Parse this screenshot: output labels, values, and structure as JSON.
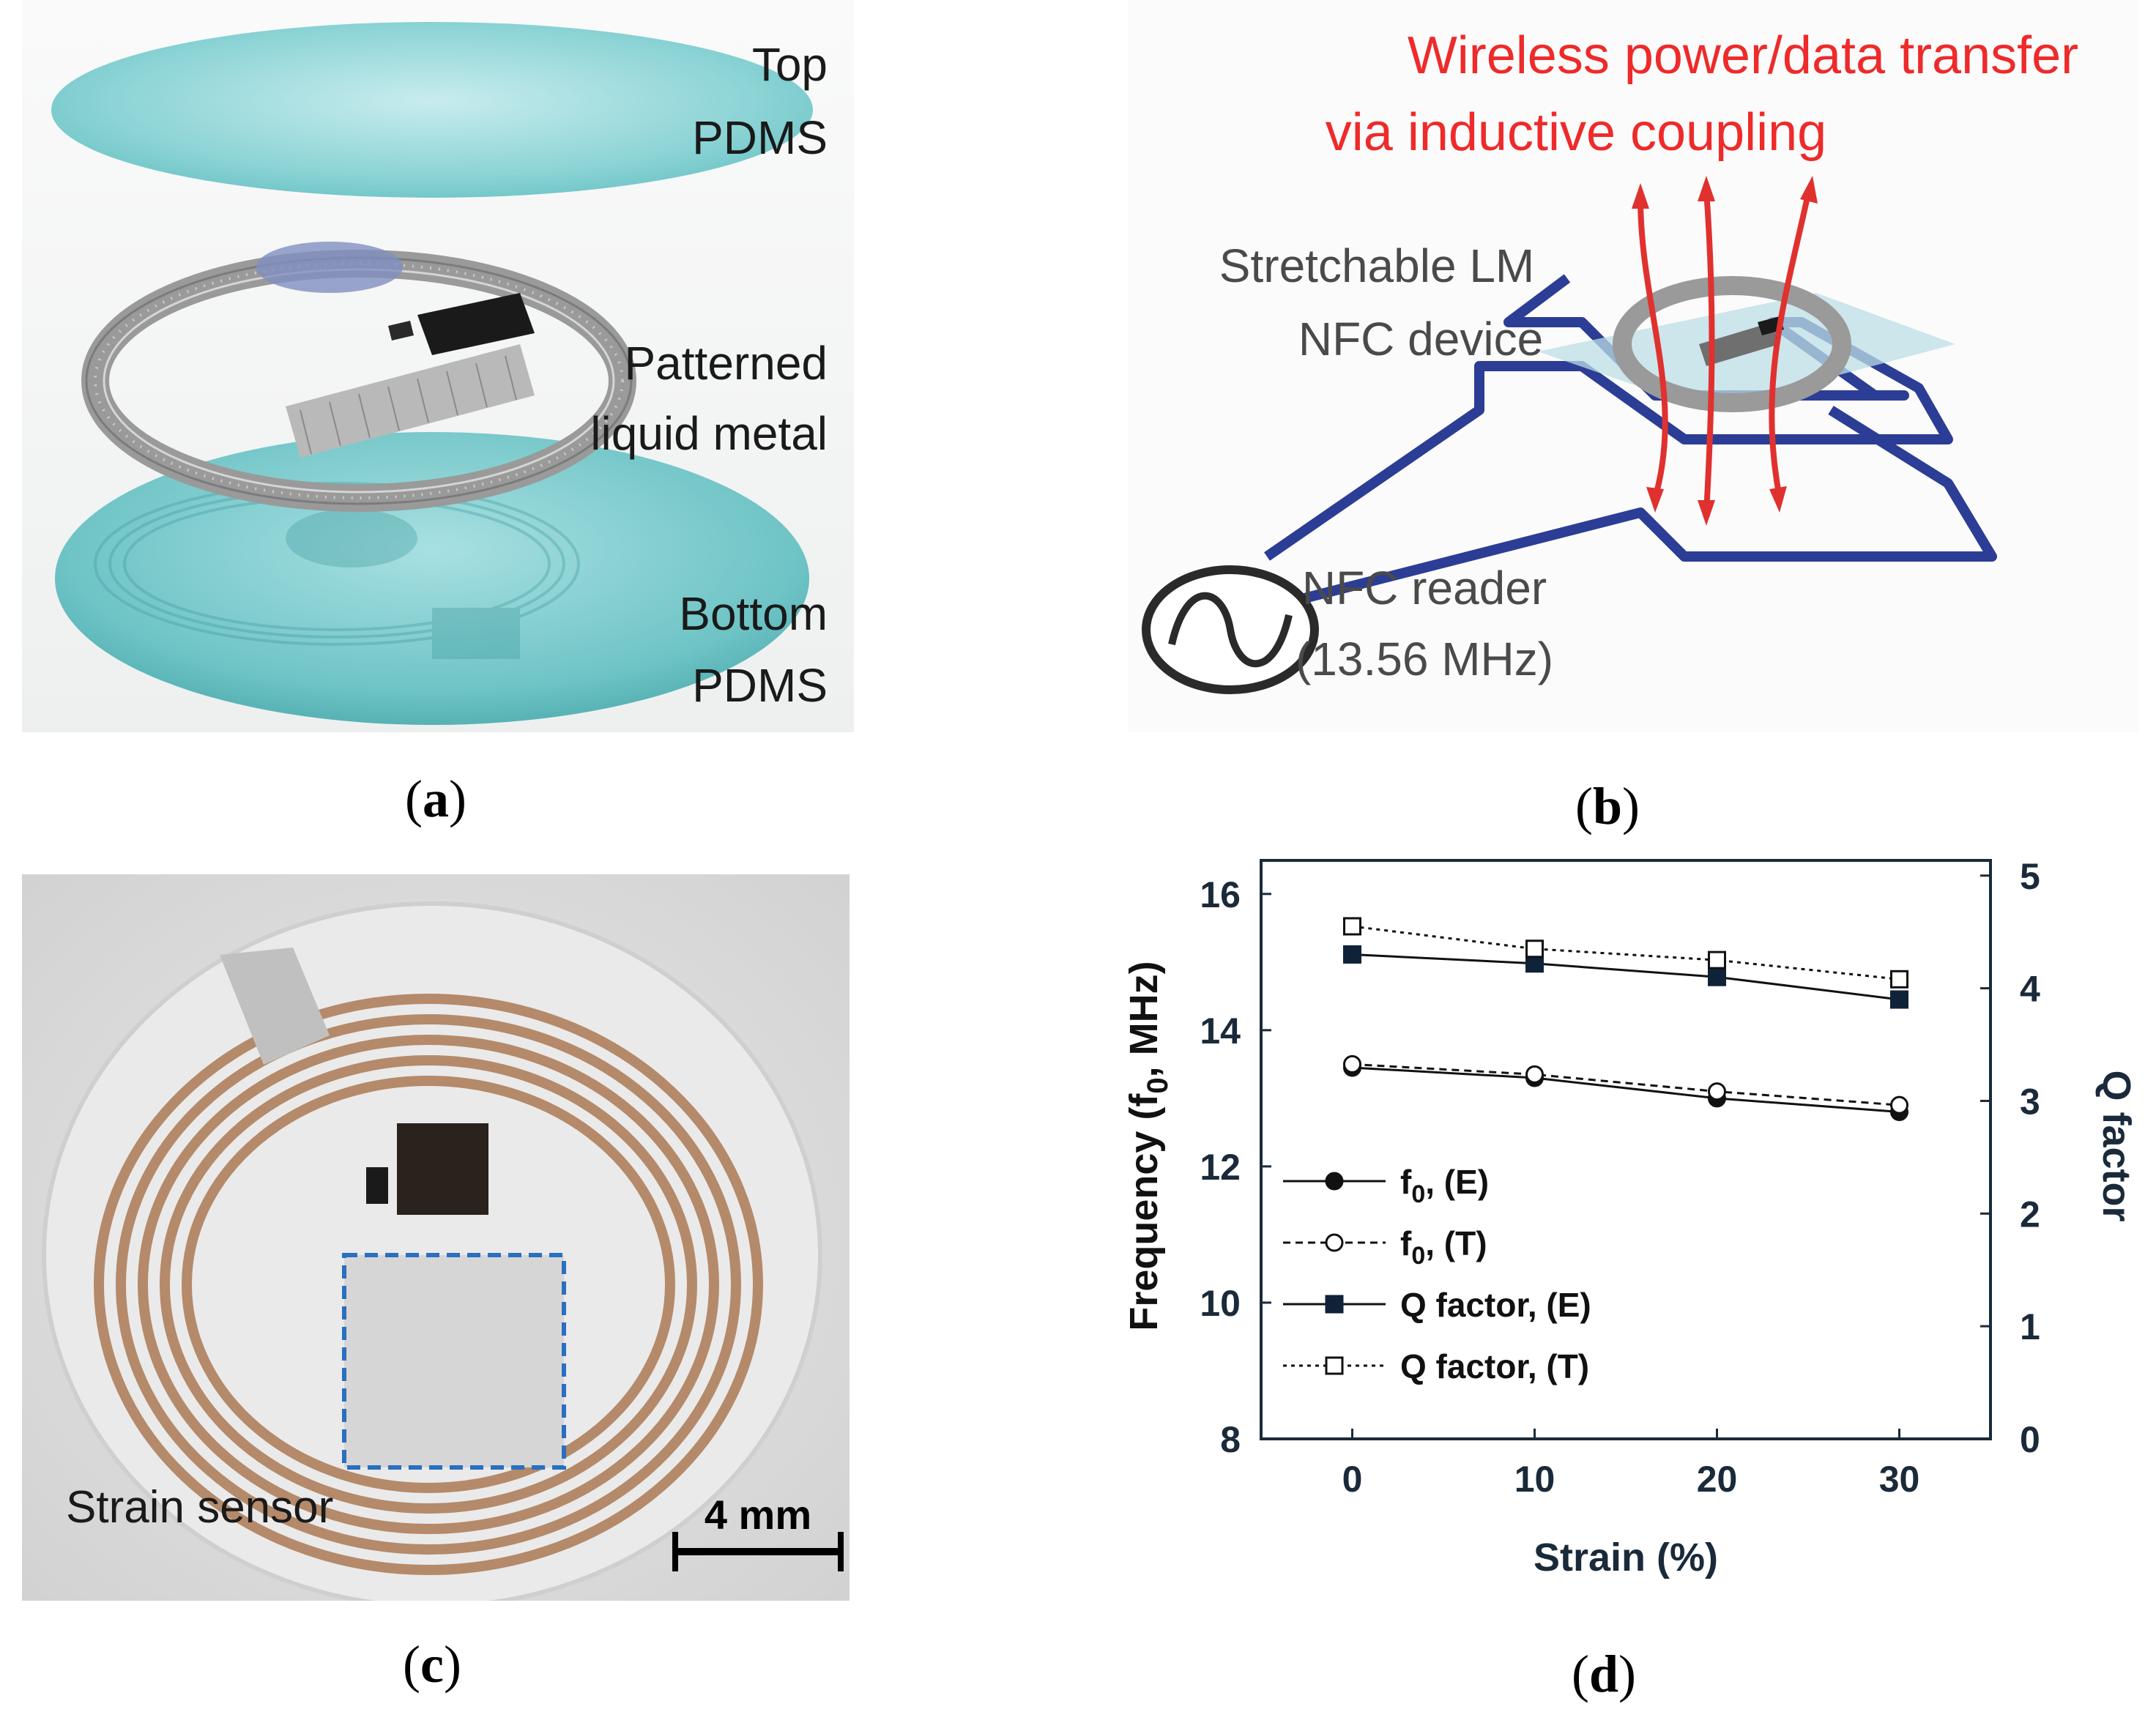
{
  "captions": {
    "a": {
      "open": "(",
      "letter": "a",
      "close": ")"
    },
    "b": {
      "open": "(",
      "letter": "b",
      "close": ")"
    },
    "c": {
      "open": "(",
      "letter": "c",
      "close": ")"
    },
    "d": {
      "open": "(",
      "letter": "d",
      "close": ")"
    }
  },
  "panel_a": {
    "top_label_1": "Top",
    "top_label_2": "PDMS",
    "mid_label_1": "Patterned",
    "mid_label_2": "liquid metal",
    "bottom_label_1": "Bottom",
    "bottom_label_2": "PDMS"
  },
  "panel_b": {
    "title_1": "Wireless power/data transfer",
    "title_2": "via inductive coupling",
    "device_label_1": "Stretchable LM",
    "device_label_2": "NFC device",
    "reader_label_1": "NFC reader",
    "reader_label_2": "(13.56 MHz)",
    "title_color": "#ee2a2a"
  },
  "panel_c": {
    "sensor_label": "Strain sensor",
    "scale_label": "4 mm"
  },
  "chart_data": {
    "type": "line",
    "xlabel": "Strain (%)",
    "ylabel_left": "Frequency (f0, MHz)",
    "ylabel_right": "Q factor",
    "x_ticks": [
      "0",
      "10",
      "20",
      "30"
    ],
    "y_left_ticks": [
      "8",
      "10",
      "12",
      "14",
      "16"
    ],
    "y_right_ticks": [
      "0",
      "1",
      "2",
      "3",
      "4",
      "5"
    ],
    "xlim": [
      -5,
      35
    ],
    "ylim_left": [
      8,
      16.6
    ],
    "ylim_right": [
      0,
      5.2
    ],
    "x": [
      0,
      10,
      20,
      30
    ],
    "series": [
      {
        "name": "f0, (E)",
        "axis": "left",
        "line": "solid",
        "marker": "filled-circle",
        "values": [
          13.45,
          13.3,
          13.0,
          12.8
        ]
      },
      {
        "name": "f0, (T)",
        "axis": "left",
        "line": "dashed",
        "marker": "open-circle",
        "values": [
          13.5,
          13.35,
          13.1,
          12.9
        ]
      },
      {
        "name": "Q factor, (E)",
        "axis": "right",
        "line": "solid",
        "marker": "filled-square",
        "values": [
          4.3,
          4.22,
          4.1,
          3.9
        ]
      },
      {
        "name": "Q factor, (T)",
        "axis": "right",
        "line": "dotted",
        "marker": "open-square",
        "values": [
          4.55,
          4.35,
          4.25,
          4.08
        ]
      }
    ],
    "legend": {
      "items": [
        {
          "prefix": "f",
          "sub": "0",
          "suffix": ", (E)"
        },
        {
          "prefix": "f",
          "sub": "0",
          "suffix": ", (T)"
        },
        {
          "prefix": "Q factor, (E)",
          "sub": "",
          "suffix": ""
        },
        {
          "prefix": "Q factor, (T)",
          "sub": "",
          "suffix": ""
        }
      ]
    },
    "grid": false,
    "axis_color": "#1a2a3a"
  }
}
